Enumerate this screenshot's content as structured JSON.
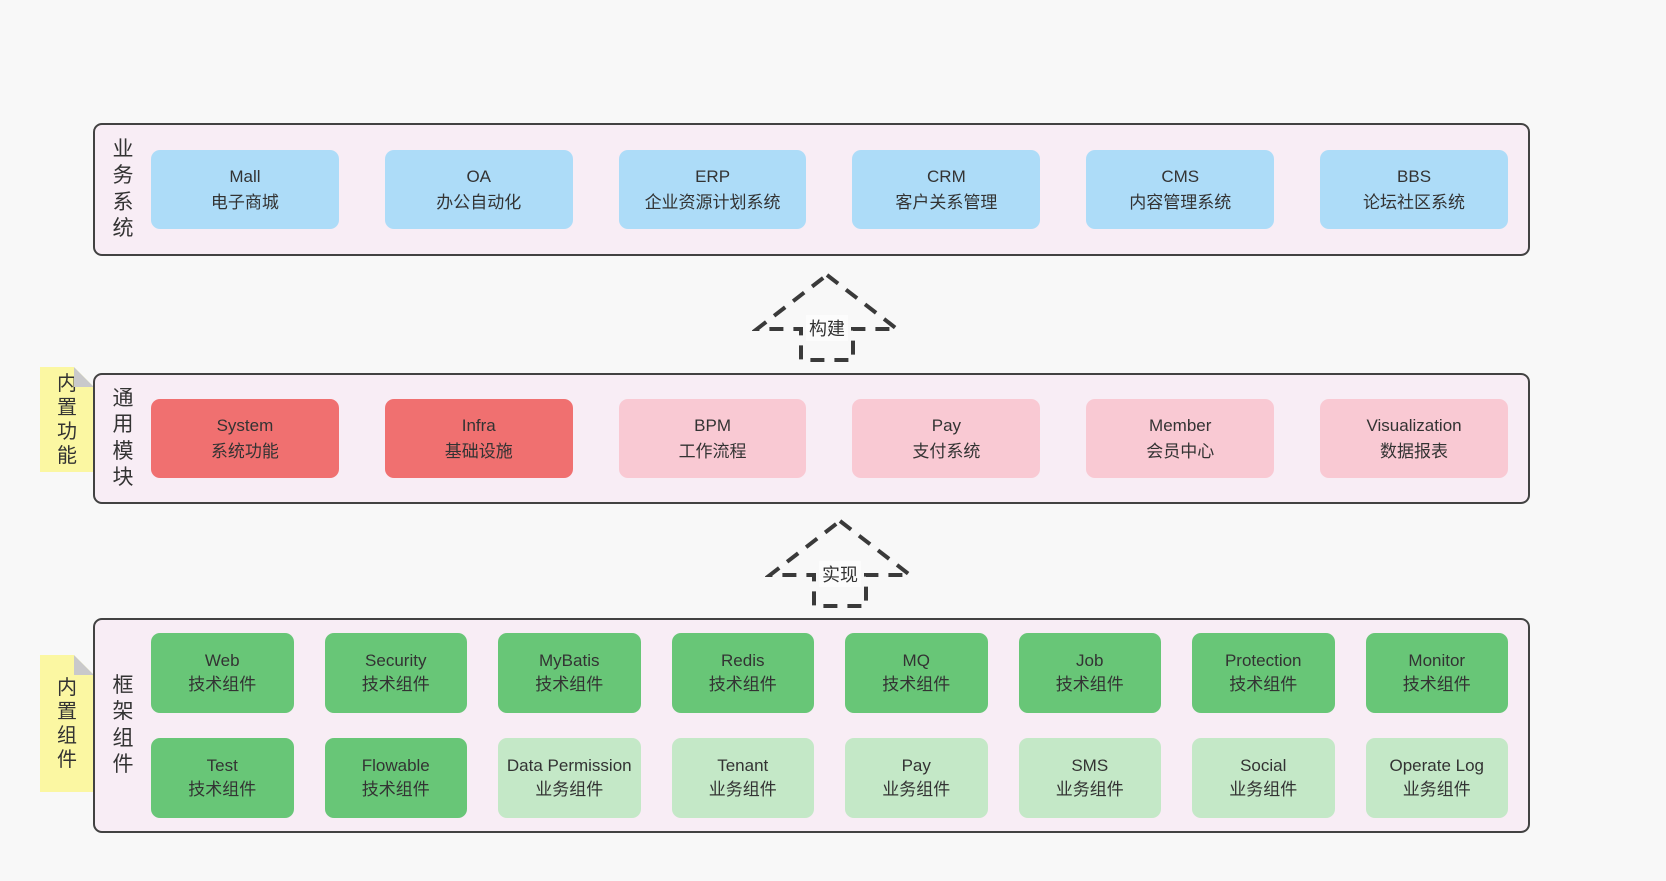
{
  "diagram": {
    "layers": [
      {
        "title": "业务系统",
        "items": [
          {
            "name": "Mall",
            "desc": "电子商城",
            "variant": "blue"
          },
          {
            "name": "OA",
            "desc": "办公自动化",
            "variant": "blue"
          },
          {
            "name": "ERP",
            "desc": "企业资源计划系统",
            "variant": "blue"
          },
          {
            "name": "CRM",
            "desc": "客户关系管理",
            "variant": "blue"
          },
          {
            "name": "CMS",
            "desc": "内容管理系统",
            "variant": "blue"
          },
          {
            "name": "BBS",
            "desc": "论坛社区系统",
            "variant": "blue"
          }
        ]
      },
      {
        "title": "通用模块",
        "note": "内置功能",
        "items": [
          {
            "name": "System",
            "desc": "系统功能",
            "variant": "red"
          },
          {
            "name": "Infra",
            "desc": "基础设施",
            "variant": "red"
          },
          {
            "name": "BPM",
            "desc": "工作流程",
            "variant": "pink"
          },
          {
            "name": "Pay",
            "desc": "支付系统",
            "variant": "pink"
          },
          {
            "name": "Member",
            "desc": "会员中心",
            "variant": "pink"
          },
          {
            "name": "Visualization",
            "desc": "数据报表",
            "variant": "pink"
          }
        ]
      },
      {
        "title": "框架组件",
        "note": "内置组件",
        "rows": [
          [
            {
              "name": "Web",
              "desc": "技术组件",
              "variant": "green"
            },
            {
              "name": "Security",
              "desc": "技术组件",
              "variant": "green"
            },
            {
              "name": "MyBatis",
              "desc": "技术组件",
              "variant": "green"
            },
            {
              "name": "Redis",
              "desc": "技术组件",
              "variant": "green"
            },
            {
              "name": "MQ",
              "desc": "技术组件",
              "variant": "green"
            },
            {
              "name": "Job",
              "desc": "技术组件",
              "variant": "green"
            },
            {
              "name": "Protection",
              "desc": "技术组件",
              "variant": "green"
            },
            {
              "name": "Monitor",
              "desc": "技术组件",
              "variant": "green"
            }
          ],
          [
            {
              "name": "Test",
              "desc": "技术组件",
              "variant": "green"
            },
            {
              "name": "Flowable",
              "desc": "技术组件",
              "variant": "green"
            },
            {
              "name": "Data Permission",
              "desc": "业务组件",
              "variant": "light-green"
            },
            {
              "name": "Tenant",
              "desc": "业务组件",
              "variant": "light-green"
            },
            {
              "name": "Pay",
              "desc": "业务组件",
              "variant": "light-green"
            },
            {
              "name": "SMS",
              "desc": "业务组件",
              "variant": "light-green"
            },
            {
              "name": "Social",
              "desc": "业务组件",
              "variant": "light-green"
            },
            {
              "name": "Operate Log",
              "desc": "业务组件",
              "variant": "light-green"
            }
          ]
        ]
      }
    ],
    "arrows": [
      {
        "label": "构建"
      },
      {
        "label": "实现"
      }
    ],
    "colors": {
      "page_bg": "#f8f8f8",
      "panel_bg": "#f8edf5",
      "panel_border": "#424242",
      "blue": "#addcf8",
      "red": "#f07070",
      "pink": "#f9c9d3",
      "green": "#68c677",
      "light_green": "#c4e8c7",
      "note_bg": "#fbf7a2",
      "note_fold": "#c9c9cb",
      "text": "#333333"
    }
  }
}
